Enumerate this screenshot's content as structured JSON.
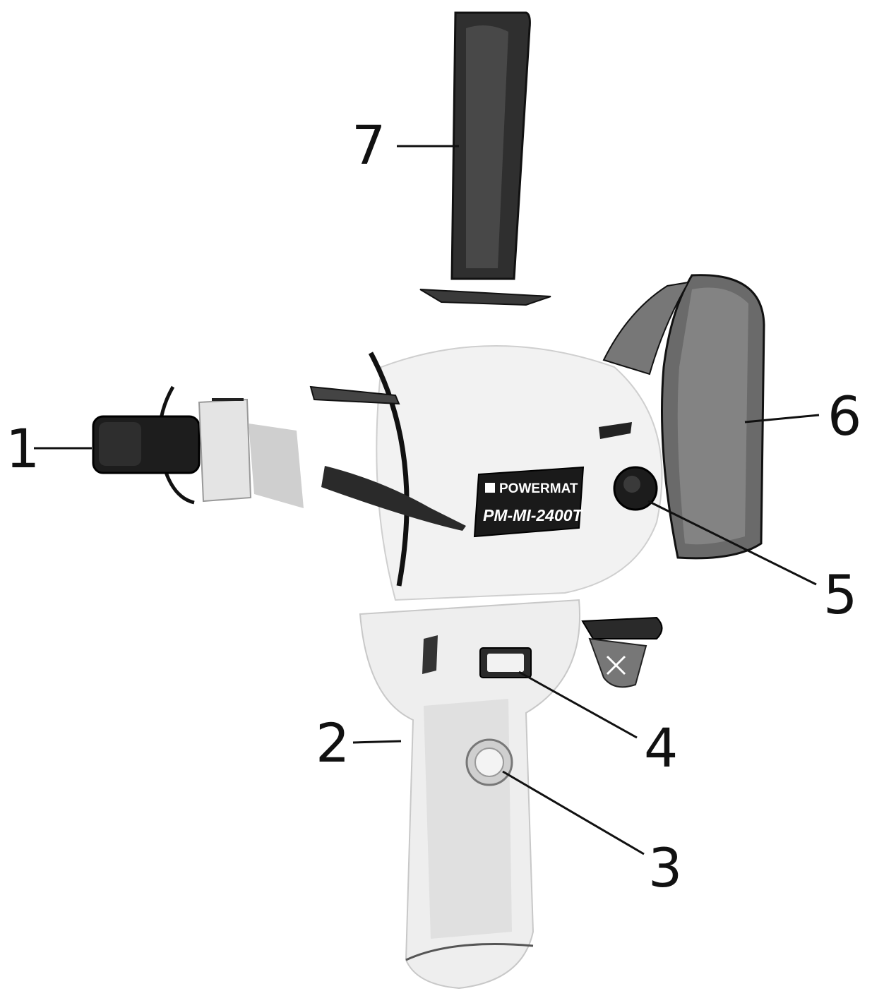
{
  "product": {
    "brand": "POWERMAT",
    "model": "PM-MI-2400T"
  },
  "callouts": [
    {
      "id": "1",
      "label": "1"
    },
    {
      "id": "2",
      "label": "2"
    },
    {
      "id": "3",
      "label": "3"
    },
    {
      "id": "4",
      "label": "4"
    },
    {
      "id": "5",
      "label": "5"
    },
    {
      "id": "6",
      "label": "6"
    },
    {
      "id": "7",
      "label": "7"
    }
  ],
  "colors": {
    "ink": "#111111",
    "body_shade": "#d8d8d8",
    "dark_part": "#2a2a2a",
    "label_plate": "#1a1a1a"
  }
}
